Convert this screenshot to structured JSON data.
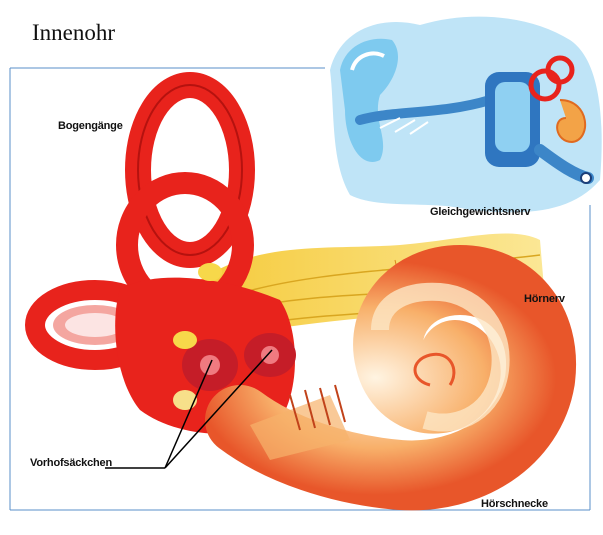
{
  "page": {
    "title": "Innenohr"
  },
  "labels": {
    "semicircular_canals": "Bogengänge",
    "vestibular_nerve": "Gleichgewichtsnerv",
    "auditory_nerve": "Hörnerv",
    "vestibular_sacs": "Vorhofsäckchen",
    "cochlea": "Hörschnecke"
  },
  "colors": {
    "canal_red": "#e8231c",
    "canal_dark": "#b5120f",
    "canal_inner": "#f0a090",
    "nerve_yellow": "#f7d84a",
    "cochlea_orange": "#f08a3a",
    "cochlea_light": "#fde6c4",
    "inset_blue": "#6ec3ec",
    "inset_light": "#cfeafa"
  }
}
